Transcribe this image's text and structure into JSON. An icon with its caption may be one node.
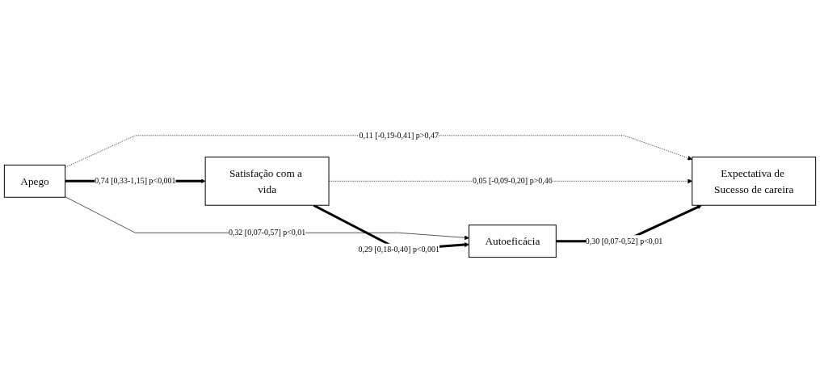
{
  "diagram": {
    "nodes": [
      {
        "text": [
          "Apego"
        ]
      },
      {
        "text": [
          "Satisfação com a vida"
        ]
      },
      {
        "text": [
          "Autoeficácia"
        ]
      },
      {
        "text": [
          "Expectativa de Sucesso de careira"
        ]
      }
    ],
    "edges": [
      {
        "from": 0,
        "to": 1,
        "arrow": "to",
        "style": "thick",
        "label": "0,74 [0,33-1,15] p<0,001"
      },
      {
        "from": 0,
        "to": 3,
        "arrow": "to",
        "style": "dashed",
        "label": "0,11 [-0,19-0,41] p>0,47"
      },
      {
        "from": 0,
        "to": 2,
        "arrow": "to",
        "label": "0,32 [0,07-0,57] p<0,01"
      },
      {
        "from": 1,
        "to": 3,
        "arrow": "to",
        "style": "dashed",
        "label": "0,05 [-0,09-0,20] p>0,46"
      },
      {
        "from": 1,
        "to": 2,
        "arrow": "to",
        "style": "thick",
        "label": "0,29 [0,18-0,40] p<0,001"
      },
      {
        "from": 2,
        "to": 3,
        "arrow": "to",
        "style": "thick",
        "label": "0,30 [0,07-0,52] p<0,01"
      }
    ]
  }
}
